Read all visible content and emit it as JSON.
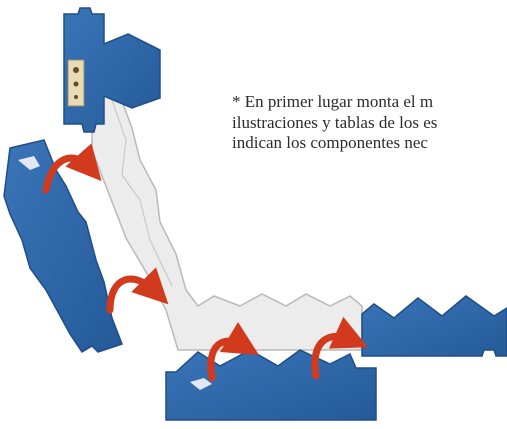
{
  "figure": {
    "colors": {
      "piece_blue": "#2f67a8",
      "piece_blue_dark": "#1f4e86",
      "base_gray": "#ececec",
      "arrow_red": "#d23a1e",
      "label_tan": "#e8dcb8"
    }
  },
  "note": {
    "line1": "* En primer lugar monta el m",
    "line2": "ilustraciones y tablas de los es",
    "line3": "indican los componentes nec"
  }
}
